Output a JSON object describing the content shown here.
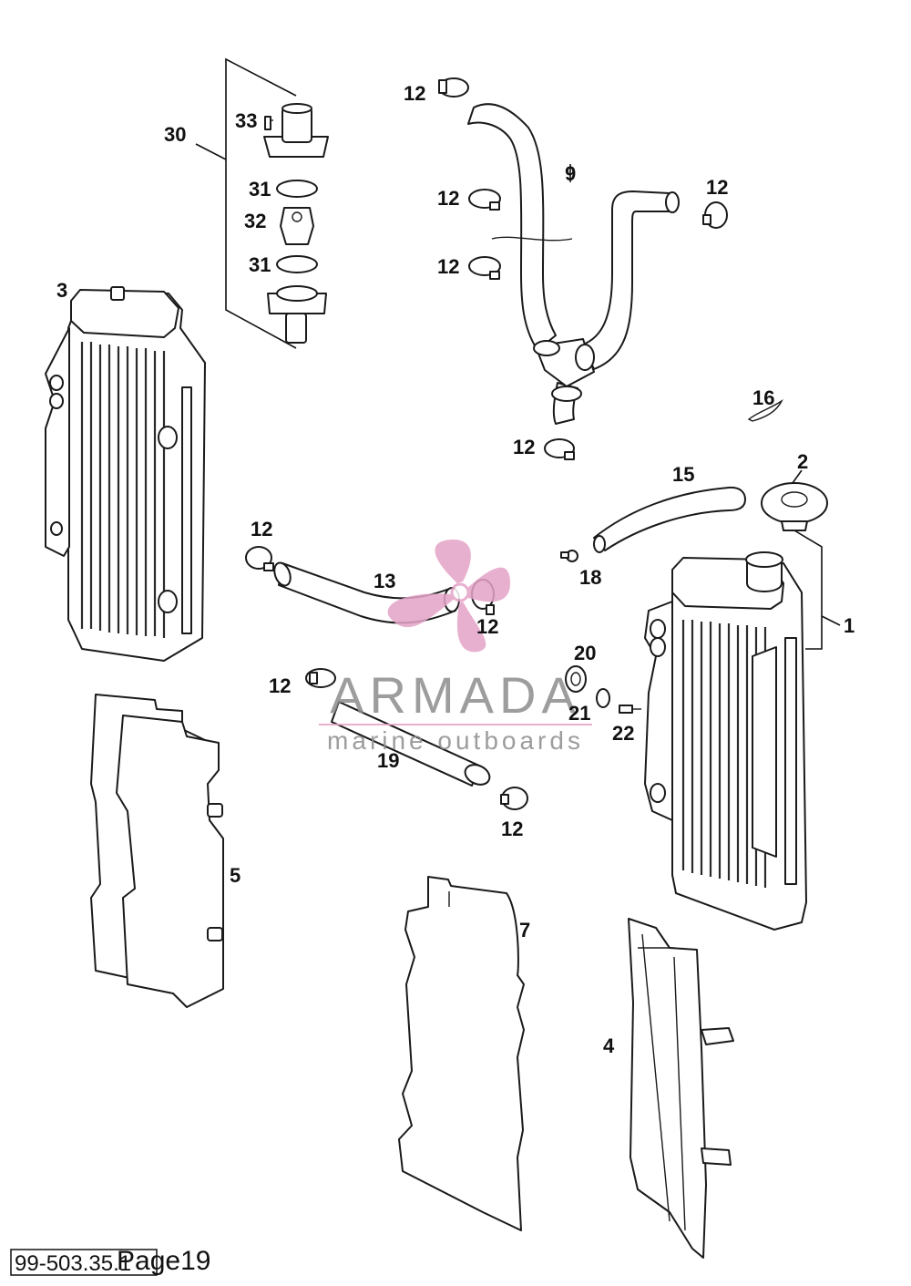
{
  "callouts": {
    "p1": "1",
    "p2": "2",
    "p3": "3",
    "p4": "4",
    "p5": "5",
    "p7": "7",
    "p9": "9",
    "p12": "12",
    "p13": "13",
    "p15": "15",
    "p16": "16",
    "p18": "18",
    "p19": "19",
    "p20": "20",
    "p21": "21",
    "p22": "22",
    "p30": "30",
    "p31": "31",
    "p32": "32",
    "p33": "33"
  },
  "watermark": {
    "title": "ARMADA",
    "subtitle": "marine outboards",
    "accent_color": "#e5a3c7",
    "text_color": "#8c8c8c"
  },
  "footer": {
    "code": "99-503.35.1",
    "page": "Page19"
  }
}
